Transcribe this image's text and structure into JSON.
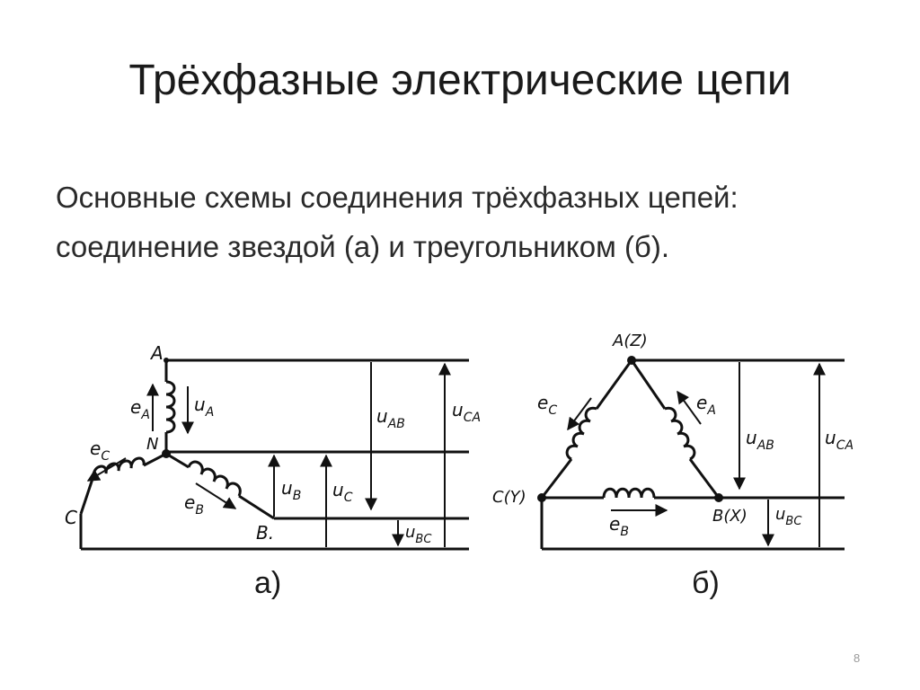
{
  "slide": {
    "title": "Трёхфазные электрические цепи",
    "body": "Основные схемы соединения трёхфазных цепей: соединение звездой (а) и треугольником (б).",
    "page_number": "8"
  },
  "diagram_a": {
    "caption": "а)",
    "labels": {
      "A": "A",
      "N": "N",
      "C": "C",
      "B": "B.",
      "eA": "e",
      "eA_sub": "A",
      "uA": "u",
      "uA_sub": "A",
      "eC": "e",
      "eC_sub": "C",
      "eB": "e",
      "eB_sub": "B",
      "uAB": "u",
      "uAB_sub": "AB",
      "uCA": "u",
      "uCA_sub": "CA",
      "uB": "u",
      "uB_sub": "B",
      "uC": "u",
      "uC_sub": "C",
      "uBC": "u",
      "uBC_sub": "BC"
    }
  },
  "diagram_b": {
    "caption": "б)",
    "labels": {
      "AZ": "A(Z)",
      "CY": "C(Y)",
      "BX": "B(X)",
      "eC": "e",
      "eC_sub": "C",
      "eA": "e",
      "eA_sub": "A",
      "eB": "e",
      "eB_sub": "B",
      "uAB": "u",
      "uAB_sub": "AB",
      "uCA": "u",
      "uCA_sub": "CA",
      "uBC": "u",
      "uBC_sub": "BC"
    }
  }
}
